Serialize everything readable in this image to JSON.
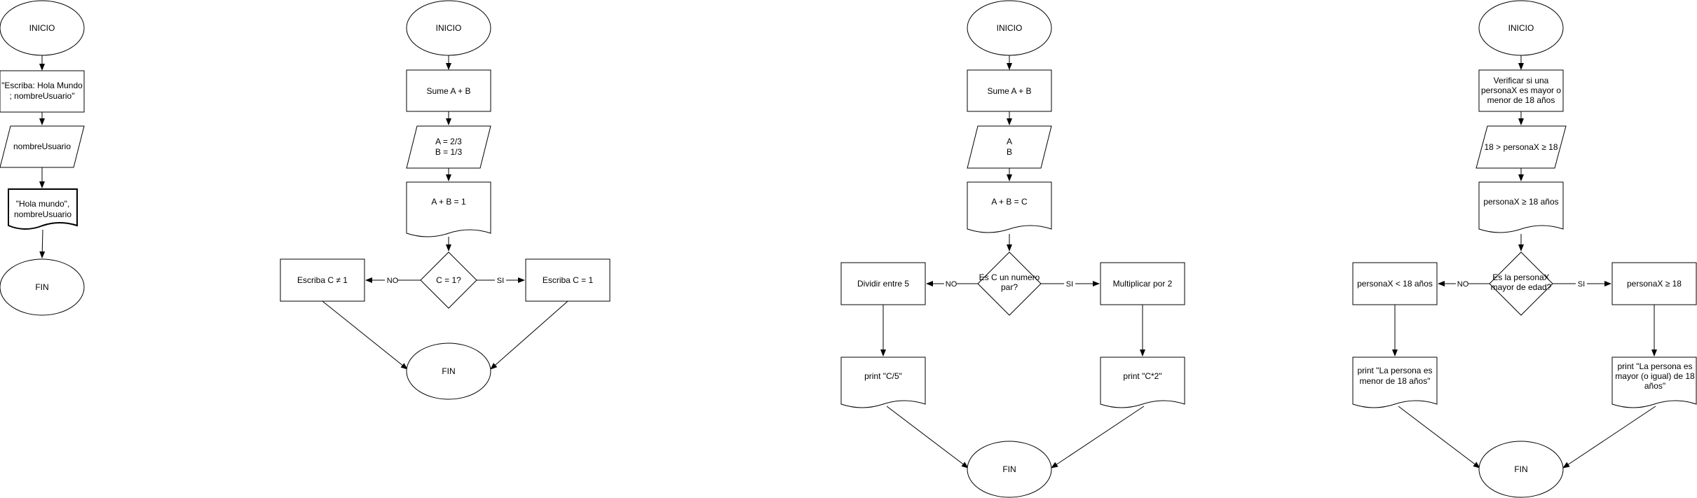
{
  "flow1": {
    "inicio": "INICIO",
    "escriba_l1": "\"Escriba: Hola Mundo",
    "escriba_l2": "; nombreUsuario\"",
    "input": "nombreUsuario",
    "out_l1": "\"Hola mundo\",",
    "out_l2": "nombreUsuario",
    "fin": "FIN"
  },
  "flow2": {
    "inicio": "INICIO",
    "process": "Sume A + B",
    "data_l1": "A = 2/3",
    "data_l2": "B = 1/3",
    "doc": "A + B = 1",
    "decision": "C = 1?",
    "no_box": "Escriba C ≠ 1",
    "si_box": "Escriba C = 1",
    "no": "NO",
    "si": "SI",
    "fin": "FIN"
  },
  "flow3": {
    "inicio": "INICIO",
    "process": "Sume A + B",
    "data_l1": "A",
    "data_l2": "B",
    "doc": "A + B = C",
    "decision_l1": "Es C un numero",
    "decision_l2": "par?",
    "no_box": "Dividir entre 5",
    "si_box": "Multiplicar por 2",
    "no_doc": "print \"C/5\"",
    "si_doc": "print \"C*2\"",
    "no": "NO",
    "si": "SI",
    "fin": "FIN"
  },
  "flow4": {
    "inicio": "INICIO",
    "process_l1": "Verificar si una",
    "process_l2": "personaX es mayor o",
    "process_l3": "menor de 18 años",
    "data": "18 > personaX ≥ 18",
    "doc": "personaX ≥ 18 años",
    "decision_l1": "Es la personaX",
    "decision_l2": "mayor de edad?",
    "no_box": "personaX < 18 años",
    "si_box": "personaX ≥ 18",
    "no_doc_l1": "print \"La persona es",
    "no_doc_l2": "menor de 18 años\"",
    "si_doc_l1": "print \"La persona es",
    "si_doc_l2": "mayor (o igual) de 18",
    "si_doc_l3": "años\"",
    "no": "NO",
    "si": "SI",
    "fin": "FIN"
  }
}
